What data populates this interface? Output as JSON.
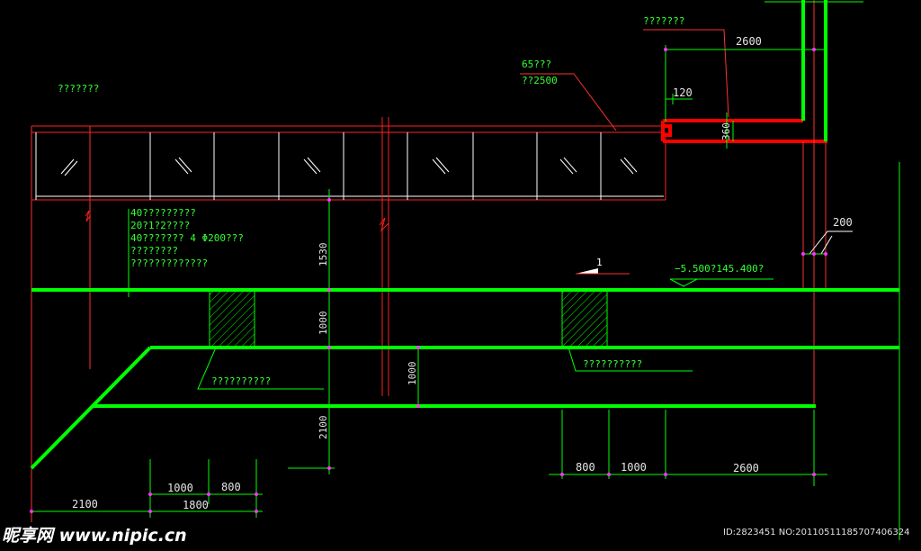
{
  "labels": {
    "top_right_note": "???????",
    "left_note": "???????",
    "beam_spec_1": "65???",
    "beam_spec_2": "??2500",
    "notes": [
      "40?????????",
      "20?1?2????",
      "40???????   4 Φ200???",
      "????????",
      "?????????????"
    ],
    "elevation": "−5.500?145.400?",
    "hatch_note_left": "??????????",
    "hatch_note_right": "??????????",
    "section_mark": "1"
  },
  "dimensions": {
    "d2600_top": "2600",
    "d120": "120",
    "d360": "360",
    "d200": "200",
    "d1530": "1530",
    "d1000_left": "1000",
    "d1000_mid": "1000",
    "d2100_v": "2100",
    "d1000_bl": "1000",
    "d800_bl": "800",
    "d2100_bl": "2100",
    "d1800_bl": "1800",
    "d800_br": "800",
    "d1000_br": "1000",
    "d2600_br": "2600"
  },
  "watermark": {
    "logo": "昵享网 www.nipic.cn",
    "id_text": "ID:2823451 NO:20110511185707406324"
  },
  "colors": {
    "background": "#000000",
    "structure": "#00ff00",
    "red": "#ff0000",
    "white": "#ffffff",
    "text": "#33ff33"
  }
}
